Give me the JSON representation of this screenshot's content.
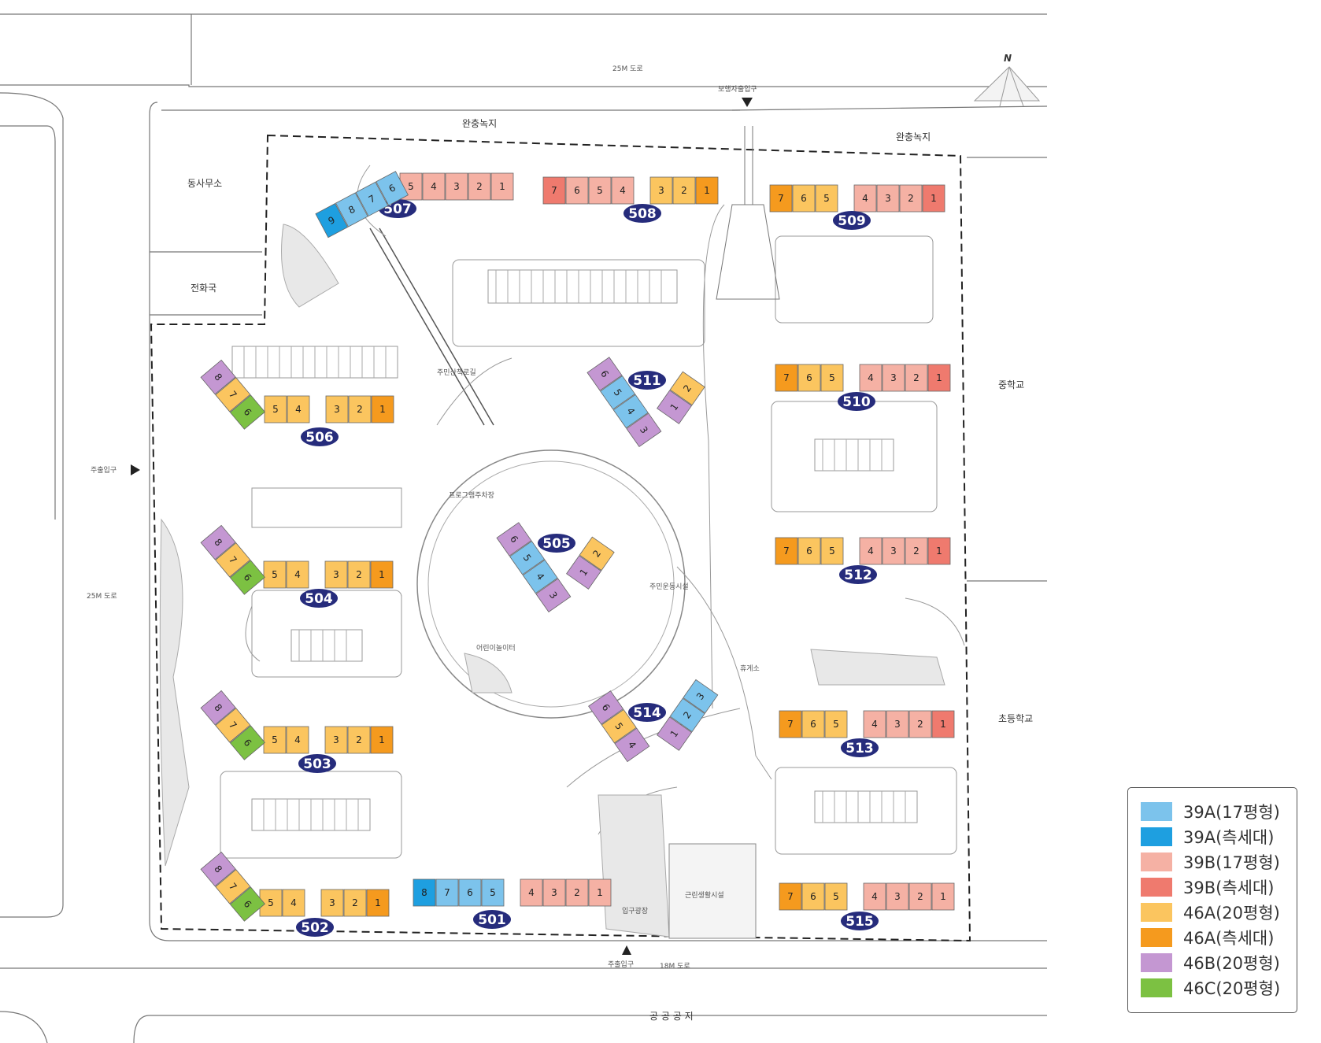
{
  "colors": {
    "39A_17": "#7cc3ec",
    "39A_side": "#1e9fe0",
    "39B_17": "#f5b1a4",
    "39B_side": "#ef7a6e",
    "46A_20": "#fbc55f",
    "46A_side": "#f59a1e",
    "46B_20": "#c497d2",
    "46C_20": "#7cc142",
    "badge": "#262c7c"
  },
  "legend": [
    {
      "key": "39A_17",
      "label": "39A(17평형)"
    },
    {
      "key": "39A_side",
      "label": "39A(측세대)"
    },
    {
      "key": "39B_17",
      "label": "39B(17평형)"
    },
    {
      "key": "39B_side",
      "label": "39B(측세대)"
    },
    {
      "key": "46A_20",
      "label": "46A(20평형)"
    },
    {
      "key": "46A_side",
      "label": "46A(측세대)"
    },
    {
      "key": "46B_20",
      "label": "46B(20평형)"
    },
    {
      "key": "46C_20",
      "label": "46C(20평형)"
    }
  ],
  "map_labels": {
    "north": "N",
    "road_top": "25M 도로",
    "road_left": "25M 도로",
    "road_bottom": "18M 도로",
    "pedestrian_entrance": "보행자출입구",
    "buffer_green_1": "완충녹지",
    "buffer_green_2": "완충녹지",
    "dong_office": "동사무소",
    "telephone_office": "전화국",
    "middle_school": "중학교",
    "elementary_school": "초등학교",
    "entrance_left": "주출입구",
    "entrance_bottom": "주출입구",
    "public_land": "공 공 공 지",
    "neighborhood_facility": "근린생활시설",
    "entrance_plaza": "입구광장",
    "sports_facility": "주민운동시설",
    "walkway": "주민산책로길",
    "parking": "프로그램주차장",
    "playground": "어린이놀이터",
    "rest_area": "휴게소"
  },
  "buildings": {
    "501": "501",
    "502": "502",
    "503": "503",
    "504": "504",
    "505": "505",
    "506": "506",
    "507": "507",
    "508": "508",
    "509": "509",
    "510": "510",
    "511": "511",
    "512": "512",
    "513": "513",
    "514": "514",
    "515": "515"
  }
}
